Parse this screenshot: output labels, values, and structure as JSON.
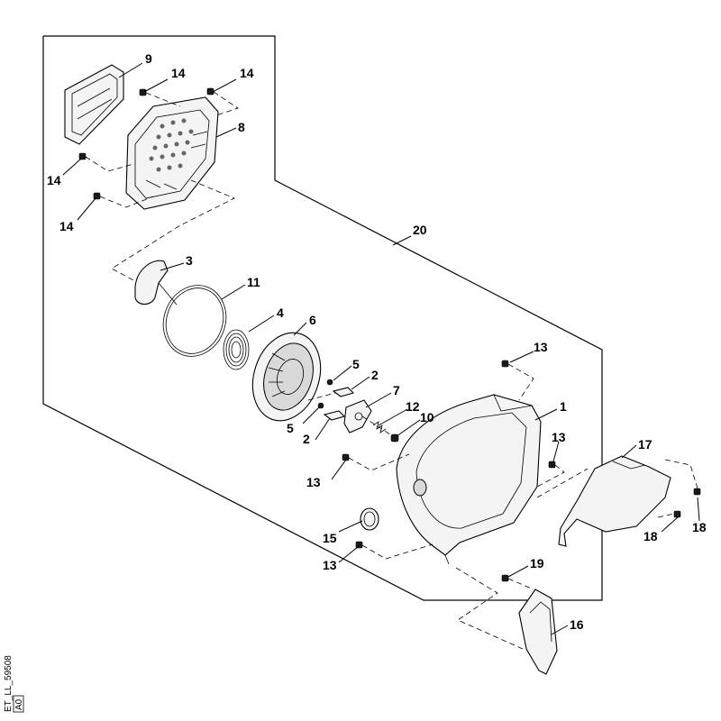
{
  "drawing_code": "ET_LL_59508",
  "revision": "A0",
  "callouts": {
    "c1": "1",
    "c2a": "2",
    "c2b": "2",
    "c3": "3",
    "c4": "4",
    "c5a": "5",
    "c5b": "5",
    "c6": "6",
    "c7": "7",
    "c8": "8",
    "c9": "9",
    "c10": "10",
    "c11": "11",
    "c12": "12",
    "c13a": "13",
    "c13b": "13",
    "c13c": "13",
    "c13d": "13",
    "c14a": "14",
    "c14b": "14",
    "c14c": "14",
    "c14d": "14",
    "c15": "15",
    "c16": "16",
    "c17": "17",
    "c18a": "18",
    "c18b": "18",
    "c19": "19",
    "c20": "20"
  }
}
